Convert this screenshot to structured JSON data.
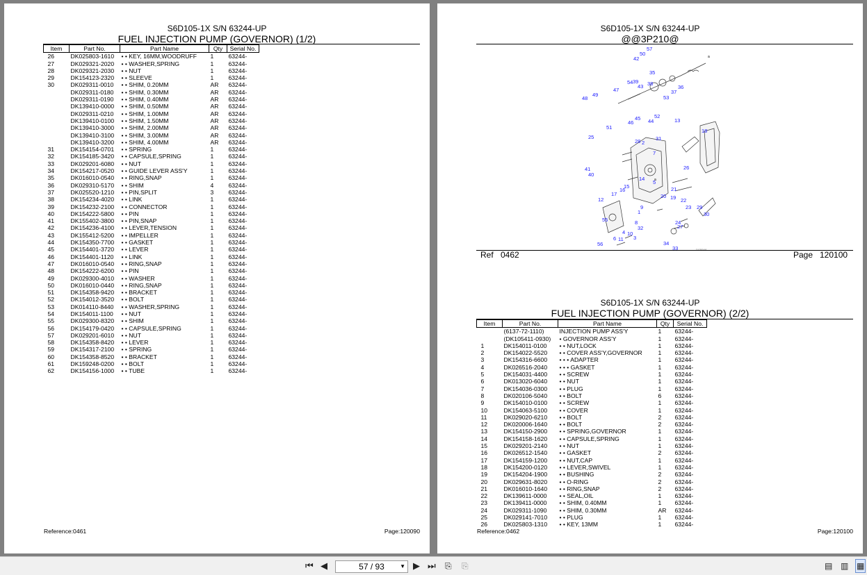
{
  "left_page": {
    "title": "S6D105-1X S/N 63244-UP",
    "subtitle": "FUEL INJECTION PUMP (GOVERNOR) (1/2)",
    "columns": [
      "Item",
      "Part No.",
      "Part Name",
      "Qty",
      "Serial No."
    ],
    "rows": [
      [
        "26",
        "DK025803-1610",
        "• • KEY, 16MM,WOODRUFF",
        "1",
        "63244-"
      ],
      [
        "27",
        "DK029321-2020",
        "• • WASHER,SPRING",
        "1",
        "63244-"
      ],
      [
        "28",
        "DK029321-2030",
        "• • NUT",
        "1",
        "63244-"
      ],
      [
        "29",
        "DK154123-2320",
        "• • SLEEVE",
        "1",
        "63244-"
      ],
      [
        "30",
        "DK029311-0010",
        "• • SHIM, 0.20MM",
        "AR",
        "63244-"
      ],
      [
        "",
        "DK029311-0180",
        "• • SHIM, 0.30MM",
        "AR",
        "63244-"
      ],
      [
        "",
        "DK029311-0190",
        "• • SHIM, 0.40MM",
        "AR",
        "63244-"
      ],
      [
        "",
        "DK139410-0000",
        "• • SHIM, 0.50MM",
        "AR",
        "63244-"
      ],
      [
        "",
        "DK029311-0210",
        "• • SHIM, 1.00MM",
        "AR",
        "63244-"
      ],
      [
        "",
        "DK139410-0100",
        "• • SHIM, 1.50MM",
        "AR",
        "63244-"
      ],
      [
        "",
        "DK139410-3000",
        "• • SHIM, 2.00MM",
        "AR",
        "63244-"
      ],
      [
        "",
        "DK139410-3100",
        "• • SHIM, 3.00MM",
        "AR",
        "63244-"
      ],
      [
        "",
        "DK139410-3200",
        "• • SHIM, 4.00MM",
        "AR",
        "63244-"
      ],
      [
        "31",
        "DK154154-0701",
        "• • SPRING",
        "1",
        "63244-"
      ],
      [
        "32",
        "DK154185-3420",
        "• • CAPSULE,SPRING",
        "1",
        "63244-"
      ],
      [
        "33",
        "DK029201-6080",
        "• • NUT",
        "1",
        "63244-"
      ],
      [
        "34",
        "DK154217-0520",
        "• • GUIDE LEVER ASS'Y",
        "1",
        "63244-"
      ],
      [
        "35",
        "DK016010-0540",
        "• • RING,SNAP",
        "1",
        "63244-"
      ],
      [
        "36",
        "DK029310-5170",
        "• • SHIM",
        "4",
        "63244-"
      ],
      [
        "37",
        "DK025520-1210",
        "• • PIN,SPLIT",
        "3",
        "63244-"
      ],
      [
        "38",
        "DK154234-4020",
        "• • LINK",
        "1",
        "63244-"
      ],
      [
        "39",
        "DK154232-2100",
        "• • CONNECTOR",
        "1",
        "63244-"
      ],
      [
        "40",
        "DK154222-5800",
        "• • PIN",
        "1",
        "63244-"
      ],
      [
        "41",
        "DK155402-3800",
        "• • PIN,SNAP",
        "1",
        "63244-"
      ],
      [
        "42",
        "DK154236-4100",
        "• • LEVER,TENSION",
        "1",
        "63244-"
      ],
      [
        "43",
        "DK155412-5200",
        "• • IMPELLER",
        "1",
        "63244-"
      ],
      [
        "44",
        "DK154350-7700",
        "• • GASKET",
        "1",
        "63244-"
      ],
      [
        "45",
        "DK154401-3720",
        "• • LEVER",
        "1",
        "63244-"
      ],
      [
        "46",
        "DK154401-1120",
        "• • LINK",
        "1",
        "63244-"
      ],
      [
        "47",
        "DK016010-0540",
        "• • RING,SNAP",
        "1",
        "63244-"
      ],
      [
        "48",
        "DK154222-6200",
        "• • PIN",
        "1",
        "63244-"
      ],
      [
        "49",
        "DK029300-4010",
        "• • WASHER",
        "1",
        "63244-"
      ],
      [
        "50",
        "DK016010-0440",
        "• • RING,SNAP",
        "1",
        "63244-"
      ],
      [
        "51",
        "DK154358-9420",
        "• • BRACKET",
        "1",
        "63244-"
      ],
      [
        "52",
        "DK154012-3520",
        "• • BOLT",
        "1",
        "63244-"
      ],
      [
        "53",
        "DK014110-8440",
        "• • WASHER,SPRING",
        "1",
        "63244-"
      ],
      [
        "54",
        "DK154011-1100",
        "• • NUT",
        "1",
        "63244-"
      ],
      [
        "55",
        "DK029300-8320",
        "• • SHIM",
        "1",
        "63244-"
      ],
      [
        "56",
        "DK154179-0420",
        "• • CAPSULE,SPRING",
        "1",
        "63244-"
      ],
      [
        "57",
        "DK029201-6010",
        "• • NUT",
        "1",
        "63244-"
      ],
      [
        "58",
        "DK154358-8420",
        "• • LEVER",
        "1",
        "63244-"
      ],
      [
        "59",
        "DK154317-2100",
        "• • SPRING",
        "1",
        "63244-"
      ],
      [
        "60",
        "DK154358-8520",
        "• • BRACKET",
        "1",
        "63244-"
      ],
      [
        "61",
        "DK159248-0200",
        "• • BOLT",
        "1",
        "63244-"
      ],
      [
        "62",
        "DK154156-1000",
        "• • TUBE",
        "1",
        "63244-"
      ]
    ],
    "reference": "Reference:0461",
    "page": "Page:120090"
  },
  "right_page": {
    "top_title": "S6D105-1X S/N 63244-UP",
    "top_subtitle": "@@3P210@",
    "diagram_code": "DGP048",
    "ref_label": "Ref",
    "ref_value": "0462",
    "page_label": "Page",
    "page_value": "120100",
    "callouts": [
      "1",
      "2",
      "3",
      "4",
      "5",
      "6",
      "7",
      "8",
      "9",
      "10",
      "11",
      "12",
      "13",
      "14",
      "15",
      "16",
      "17",
      "18",
      "19",
      "20",
      "21",
      "22",
      "23",
      "24",
      "25",
      "26",
      "27",
      "28",
      "29",
      "30",
      "31",
      "32",
      "33",
      "34",
      "35",
      "36",
      "37",
      "38",
      "39",
      "40",
      "41",
      "42",
      "43",
      "44",
      "45",
      "46",
      "47",
      "48",
      "49",
      "50",
      "51",
      "52",
      "53",
      "54",
      "55",
      "56",
      "57",
      "a",
      "a"
    ],
    "title": "S6D105-1X S/N 63244-UP",
    "subtitle": "FUEL INJECTION PUMP (GOVERNOR) (2/2)",
    "columns": [
      "Item",
      "Part No.",
      "Part Name",
      "Qty",
      "Serial No."
    ],
    "rows": [
      [
        "",
        "(6137-72-1110)",
        "INJECTION PUMP ASS'Y",
        "1",
        "63244-"
      ],
      [
        "",
        "(DK105411-0930)",
        "• GOVERNOR ASS'Y",
        "1",
        "63244-"
      ],
      [
        "1",
        "DK154011-0100",
        "• • NUT,LOCK",
        "1",
        "63244-"
      ],
      [
        "2",
        "DK154022-5520",
        "• • COVER ASS'Y,GOVERNOR",
        "1",
        "63244-"
      ],
      [
        "3",
        "DK154316-6600",
        "• • • ADAPTER",
        "1",
        "63244-"
      ],
      [
        "4",
        "DK026516-2040",
        "• • • GASKET",
        "1",
        "63244-"
      ],
      [
        "5",
        "DK154031-4400",
        "• • SCREW",
        "1",
        "63244-"
      ],
      [
        "6",
        "DK013020-6040",
        "• • NUT",
        "1",
        "63244-"
      ],
      [
        "7",
        "DK154036-0300",
        "• • PLUG",
        "1",
        "63244-"
      ],
      [
        "8",
        "DK020106-5040",
        "• • BOLT",
        "6",
        "63244-"
      ],
      [
        "9",
        "DK154010-0100",
        "• • SCREW",
        "1",
        "63244-"
      ],
      [
        "10",
        "DK154063-5100",
        "• • COVER",
        "1",
        "63244-"
      ],
      [
        "11",
        "DK029020-6210",
        "• • BOLT",
        "2",
        "63244-"
      ],
      [
        "12",
        "DK020006-1640",
        "• • BOLT",
        "2",
        "63244-"
      ],
      [
        "13",
        "DK154150-2900",
        "• • SPRING,GOVERNOR",
        "1",
        "63244-"
      ],
      [
        "14",
        "DK154158-1620",
        "• • CAPSULE,SPRING",
        "1",
        "63244-"
      ],
      [
        "15",
        "DK029201-2140",
        "• • NUT",
        "1",
        "63244-"
      ],
      [
        "16",
        "DK026512-1540",
        "• • GASKET",
        "2",
        "63244-"
      ],
      [
        "17",
        "DK154159-1200",
        "• • NUT,CAP",
        "1",
        "63244-"
      ],
      [
        "18",
        "DK154200-0120",
        "• • LEVER,SWIVEL",
        "1",
        "63244-"
      ],
      [
        "19",
        "DK154204-1900",
        "• • BUSHING",
        "2",
        "63244-"
      ],
      [
        "20",
        "DK029631-8020",
        "• • O-RING",
        "2",
        "63244-"
      ],
      [
        "21",
        "DK016010-1640",
        "• • RING,SNAP",
        "2",
        "63244-"
      ],
      [
        "22",
        "DK139611-0000",
        "• • SEAL,OIL",
        "1",
        "63244-"
      ],
      [
        "23",
        "DK139411-0000",
        "• • SHIM, 0.40MM",
        "1",
        "63244-"
      ],
      [
        "24",
        "DK029311-1090",
        "• • SHIM, 0.30MM",
        "AR",
        "63244-"
      ],
      [
        "25",
        "DK029141-7010",
        "• • PLUG",
        "1",
        "63244-"
      ],
      [
        "26",
        "DK025803-1310",
        "• • KEY, 13MM",
        "1",
        "63244-"
      ]
    ],
    "reference": "Reference:0462",
    "page": "Page:120100"
  },
  "toolbar": {
    "page_indicator": "57 / 93",
    "first_icon": "first-page-icon",
    "prev_icon": "previous-page-icon",
    "next_icon": "next-page-icon",
    "last_icon": "last-page-icon"
  }
}
